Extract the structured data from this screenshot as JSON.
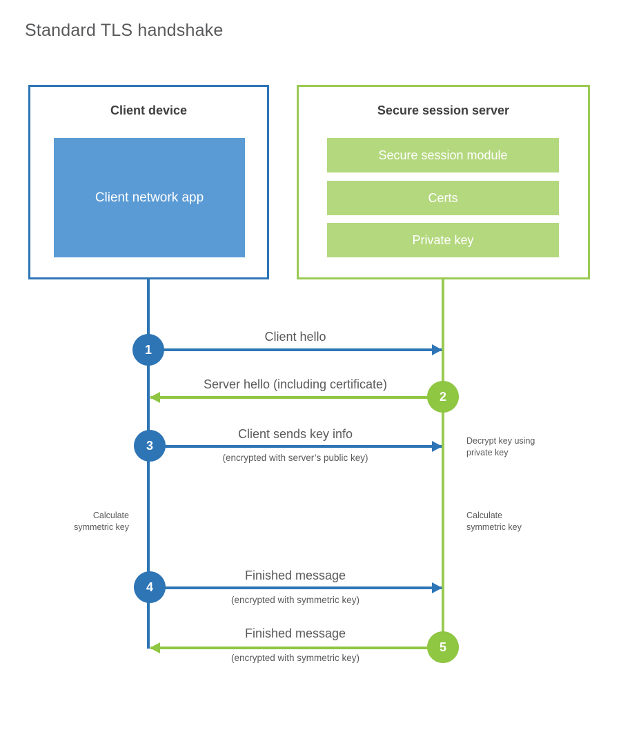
{
  "title": "Standard TLS handshake",
  "colors": {
    "blue": "#2e75b6",
    "blue_light": "#5b9bd5",
    "green": "#8fc642",
    "green_border": "#9aca52",
    "green_light": "#b4d87e",
    "text_gray": "#595959",
    "heading_dark": "#3f3f3f"
  },
  "client": {
    "title": "Client device",
    "module": "Client network app"
  },
  "server": {
    "title": "Secure session server",
    "modules": [
      "Secure session module",
      "Certs",
      "Private key"
    ]
  },
  "steps": [
    {
      "number": "1",
      "actor": "client",
      "direction": "right",
      "label": "Client hello",
      "sublabel": ""
    },
    {
      "number": "2",
      "actor": "server",
      "direction": "left",
      "label": "Server hello (including certificate)",
      "sublabel": ""
    },
    {
      "number": "3",
      "actor": "client",
      "direction": "right",
      "label": "Client sends key info",
      "sublabel": "(encrypted with server’s public key)"
    },
    {
      "number": "4",
      "actor": "client",
      "direction": "right",
      "label": "Finished message",
      "sublabel": "(encrypted with symmetric key)"
    },
    {
      "number": "5",
      "actor": "server",
      "direction": "left",
      "label": "Finished message",
      "sublabel": "(encrypted with symmetric key)"
    }
  ],
  "notes": [
    {
      "text": "Decrypt key using private key",
      "side": "right"
    },
    {
      "text": "Calculate symmetric key",
      "side": "left"
    },
    {
      "text": "Calculate symmetric key",
      "side": "right"
    }
  ]
}
